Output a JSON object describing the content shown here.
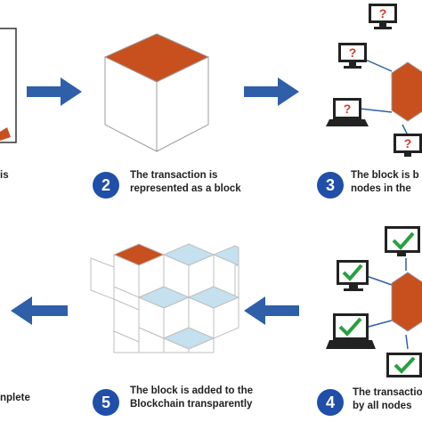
{
  "steps": [
    {
      "number": "",
      "lines": [
        "is",
        ""
      ]
    },
    {
      "number": "2",
      "lines": [
        "The transaction is",
        "represented as a block"
      ]
    },
    {
      "number": "3",
      "lines": [
        "The block is b",
        "nodes in the"
      ]
    },
    {
      "number": "4",
      "lines": [
        "The transactio",
        "by all nodes"
      ]
    },
    {
      "number": "5",
      "lines": [
        "The block is added to the",
        "Blockchain transparently"
      ]
    },
    {
      "number": "",
      "lines": [
        "nplete"
      ]
    }
  ],
  "marks": {
    "unverified": "?",
    "verified": "check"
  },
  "colors": {
    "accent_blue": "#2e5fa8",
    "badge_blue": "#1f4fa8",
    "block_orange": "#c8501e",
    "chain_light_blue": "#c5e0ee",
    "monitor_dark": "#222222",
    "screen_red": "#d23a2a",
    "screen_green": "#28a040"
  }
}
